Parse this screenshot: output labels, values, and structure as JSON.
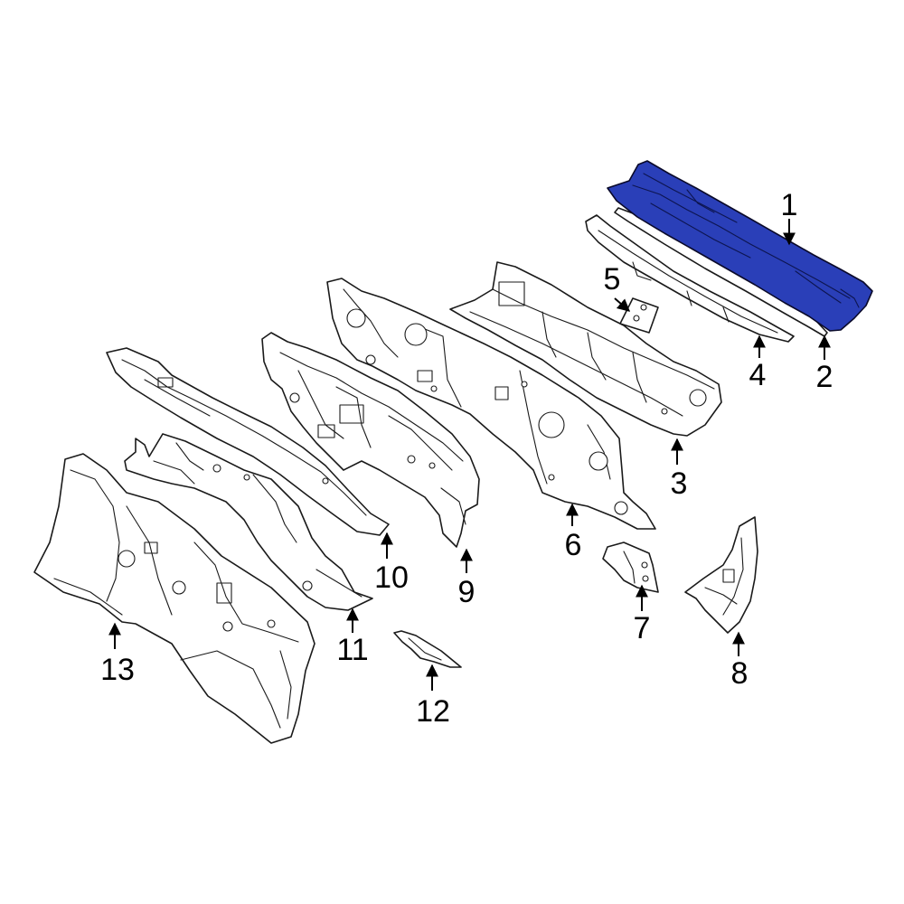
{
  "diagram": {
    "highlight_color": "#2a3fb8",
    "callouts": [
      {
        "id": "1",
        "label": "1"
      },
      {
        "id": "2",
        "label": "2"
      },
      {
        "id": "3",
        "label": "3"
      },
      {
        "id": "4",
        "label": "4"
      },
      {
        "id": "5",
        "label": "5"
      },
      {
        "id": "6",
        "label": "6"
      },
      {
        "id": "7",
        "label": "7"
      },
      {
        "id": "8",
        "label": "8"
      },
      {
        "id": "9",
        "label": "9"
      },
      {
        "id": "10",
        "label": "10"
      },
      {
        "id": "11",
        "label": "11"
      },
      {
        "id": "12",
        "label": "12"
      },
      {
        "id": "13",
        "label": "13"
      }
    ]
  }
}
